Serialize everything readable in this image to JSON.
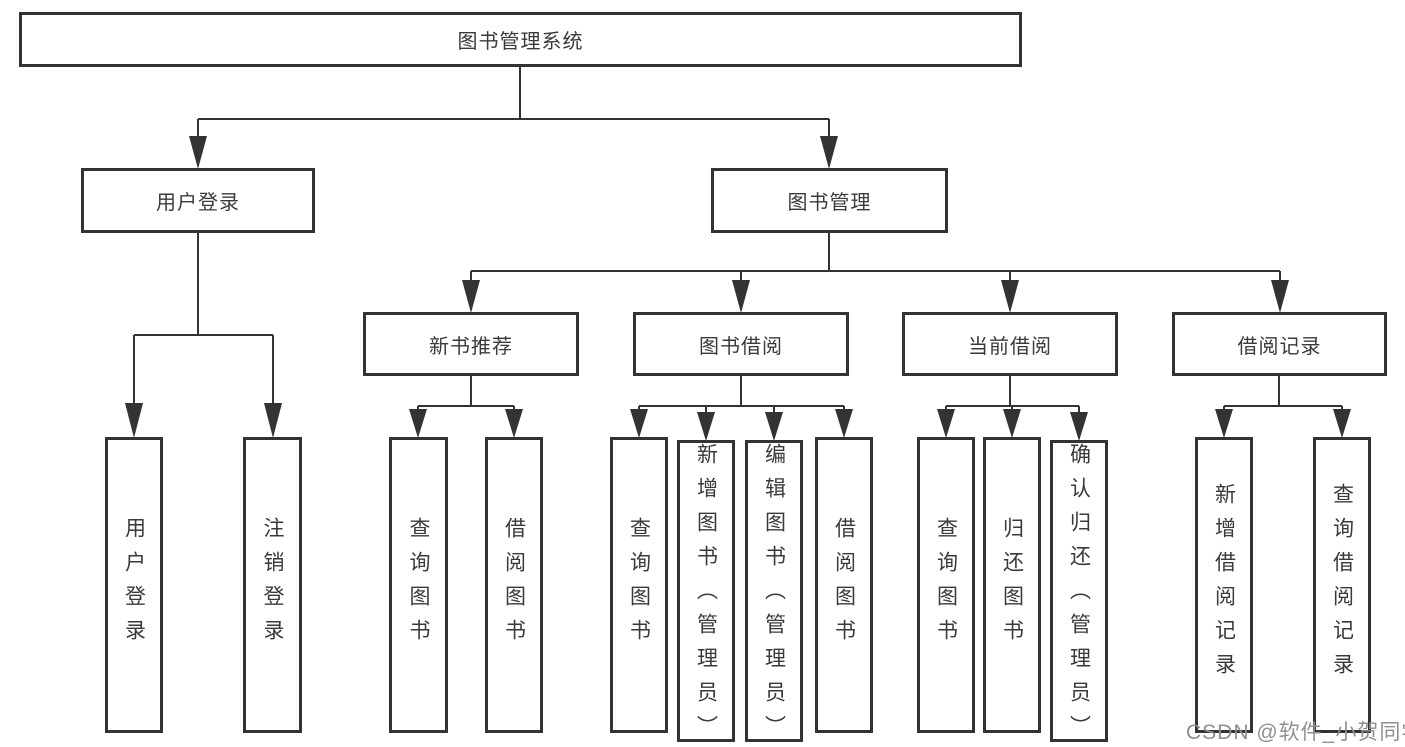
{
  "diagram_title": "图书管理系统",
  "colors": {
    "line": "#333333",
    "box_border": "#333333",
    "text": "#3a3a3a",
    "background": "#ffffff",
    "watermark": "#8f8f8f"
  },
  "nodes": {
    "root": {
      "label": "图书管理系统"
    },
    "user_login": {
      "label": "用户登录"
    },
    "book_mgmt": {
      "label": "图书管理"
    },
    "new_book_rec": {
      "label": "新书推荐"
    },
    "book_borrow": {
      "label": "图书借阅"
    },
    "current_borrow": {
      "label": "当前借阅"
    },
    "borrow_records": {
      "label": "借阅记录"
    },
    "leaf_user_login": {
      "label": "用户登录"
    },
    "leaf_logout": {
      "label": "注销登录"
    },
    "leaf_rec_query": {
      "label": "查询图书"
    },
    "leaf_rec_borrow": {
      "label": "借阅图书"
    },
    "leaf_bb_query": {
      "label": "查询图书"
    },
    "leaf_bb_add": {
      "label": "新增图书（管理员）"
    },
    "leaf_bb_edit": {
      "label": "编辑图书（管理员）"
    },
    "leaf_bb_borrow": {
      "label": "借阅图书"
    },
    "leaf_cb_query": {
      "label": "查询图书"
    },
    "leaf_cb_return": {
      "label": "归还图书"
    },
    "leaf_cb_confirm": {
      "label": "确认归还（管理员）"
    },
    "leaf_br_add": {
      "label": "新增借阅记录"
    },
    "leaf_br_query": {
      "label": "查询借阅记录"
    }
  },
  "hierarchy": {
    "图书管理系统": {
      "用户登录": [
        "用户登录",
        "注销登录"
      ],
      "图书管理": {
        "新书推荐": [
          "查询图书",
          "借阅图书"
        ],
        "图书借阅": [
          "查询图书",
          "新增图书（管理员）",
          "编辑图书（管理员）",
          "借阅图书"
        ],
        "当前借阅": [
          "查询图书",
          "归还图书",
          "确认归还（管理员）"
        ],
        "借阅记录": [
          "新增借阅记录",
          "查询借阅记录"
        ]
      }
    }
  },
  "watermark": {
    "text": "CSDN @软件_小贺同学"
  }
}
